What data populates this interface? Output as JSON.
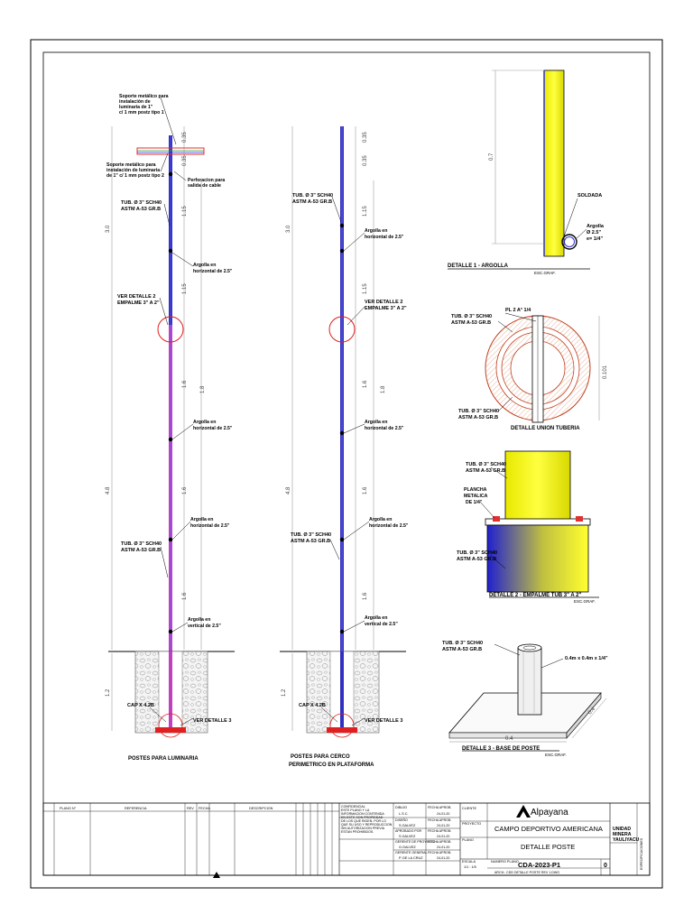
{
  "left_pole": {
    "callouts": {
      "support_1": [
        "Soporte metálico para",
        "instalación de",
        "luminaria de 1\"",
        "c/ 1 mm postz tipo 1"
      ],
      "support_2": [
        "Soporte metálico para",
        "instalación de luminaria",
        "de 1\" c/ 1 mm postz tipo 2"
      ],
      "perforation": [
        "Perforacion para",
        "salida de cable"
      ],
      "tube_top": [
        "TUB. Ø 3\" SCH40",
        "ASTM A-53 GR.B"
      ],
      "ring_1": [
        "Argolla en",
        "horizontal de 2.5\""
      ],
      "detail_1_ref": [
        "VER DETALLE 2",
        "EMPALME 3\" A 2\""
      ],
      "ring_2": [
        "Argolla en",
        "horizontal de 2.5\""
      ],
      "ring_3": [
        "Argolla en",
        "horizontal de 2.5\""
      ],
      "tube_bottom": [
        "TUB. Ø 3\" SCH40",
        "ASTM A-53 GR.B"
      ],
      "ring_4": [
        "Argolla en",
        "vertical de 2.5\""
      ],
      "cap": "CAP X 4.2B",
      "detail_3_ref": "VER DETALLE 3"
    },
    "dims": [
      "0.35",
      "0.35",
      "1.15",
      "1.15",
      "1.6",
      "1.6",
      "1.6",
      "3.0",
      "4.8",
      "1.2"
    ],
    "caption": "POSTES PARA LUMINARIA"
  },
  "mid_pole": {
    "callouts": {
      "tube_top": [
        "TUB. Ø 3\" SCH40",
        "ASTM A-53 GR.B"
      ],
      "ring_1": [
        "Argolla en",
        "horizontal de 2.5\""
      ],
      "detail_1_ref": [
        "VER DETALLE 2",
        "EMPALME 3\" A 2\""
      ],
      "ring_2": [
        "Argolla en",
        "horizontal de 2.5\""
      ],
      "tube_bottom": [
        "TUB. Ø 3\" SCH40",
        "ASTM A-53 GR.B"
      ],
      "ring_3": [
        "Argolla en",
        "horizontal de 2.5\""
      ],
      "ring_4": [
        "Argolla en",
        "vertical de 2.5\""
      ],
      "cap": "CAP X 4.2B",
      "detail_3_ref": "VER DETALLE 3"
    },
    "dims": [
      "0.35",
      "0.35",
      "1.15",
      "1.15",
      "1.6",
      "1.6",
      "1.6",
      "3.0",
      "4.8",
      "1.2",
      "1.8"
    ],
    "caption": [
      "POSTES PARA CERCO",
      "PERIMETRICO EN PLATAFORMA"
    ]
  },
  "detail_1": {
    "title": "DETALLE 1 - ARGOLLA",
    "scale": "ESC.GRAF.",
    "weld": "SOLDADA",
    "ring": [
      "Argolla",
      "Ø 2.5\"",
      "e= 1/4\""
    ],
    "dim": "0.7"
  },
  "union_detail": {
    "title": "DETALLE UNION TUBERIA",
    "plate": "PL 2 A° 1/4",
    "tube_top": [
      "TUB. Ø 3\" SCH40",
      "ASTM A-53 GR.B"
    ],
    "tube_bottom": [
      "TUB. Ø 3\" SCH40",
      "ASTM A-53 GR.B"
    ],
    "dim": "0.101"
  },
  "detail_2": {
    "title": "DETALLE 2 - EMPALME TUB 3\" A 2\"",
    "scale": "ESC.GRAF.",
    "tube_top": [
      "TUB. Ø 3\" SCH40",
      "ASTM A-53 GR.B"
    ],
    "plate": [
      "PLANCHA",
      "METALICA",
      "DE 1/4\""
    ],
    "tube_bottom": [
      "TUB. Ø 3\" SCH40",
      "ASTM A-53 GR.B"
    ]
  },
  "detail_3": {
    "title": "DETALLE 3 - BASE DE POSTE",
    "scale": "ESC.GRAF.",
    "tube": [
      "TUB. Ø 3\" SCH40",
      "ASTM A-53 GR.B"
    ],
    "plate": "0.4m x 0.4m x 1/4\"",
    "dim_a": "0.4",
    "dim_b": "0.4"
  },
  "title_block": {
    "ref_headers": [
      "PLANO N°",
      "REFERENCIA",
      "REV",
      "FECHA",
      "DESCRIPCION"
    ],
    "note": [
      "CONFIDENCIAL",
      "ESTE PLANO Y LA",
      "INFORMACION CONTENIDA",
      "EN ESTE SON PROPIEDAD",
      "DE LOS QUE RIGEN. POR LO",
      "QUE SU USO Y REPRODUCCION",
      "SIN AUTORIZACION PREVIA",
      "ESTAN PROHIBIDOS."
    ],
    "roles": [
      {
        "role": "DIBUJO",
        "name": "L.S.C.",
        "date_label": "FECHA APROB.",
        "date": "24-01-20"
      },
      {
        "role": "DISEÑO",
        "name": "S.GALVEZ",
        "date_label": "FECHA APROB.",
        "date": "24-01-20"
      },
      {
        "role": "APROBADO POR",
        "name": "S.GALVEZ",
        "date_label": "FECHA APROB.",
        "date": "24-01-20"
      },
      {
        "role": "GERENTE DE PROYECTO",
        "name": "G.GALVEZ",
        "date_label": "FECHA APROB.",
        "date": "24-01-20"
      },
      {
        "role": "GERENTE GENERAL",
        "name": "P. DE LA CRUZ",
        "date_label": "FECHA APROB.",
        "date": "24-01-20"
      }
    ],
    "client_label": "CLIENTE",
    "company": "Alpayana",
    "project_label": "PROYECTO",
    "project": "CAMPO DEPORTIVO AMERICANA",
    "plane_label": "PLANO",
    "plane": "DETALLE POSTE",
    "scale_label": "ESCALA",
    "scale": "1/1 : 1/5",
    "number_label": "NUMERO PLANO",
    "number": "CDA-2023-P1",
    "rev": "0",
    "archive": "ARCH.: CDD  DETALLE POSTE REV 1.DWG",
    "unit_name": [
      "UNIDAD",
      "MINERA",
      "YAULIYACU"
    ],
    "spec_label": "ESPECIFICACIONES"
  }
}
